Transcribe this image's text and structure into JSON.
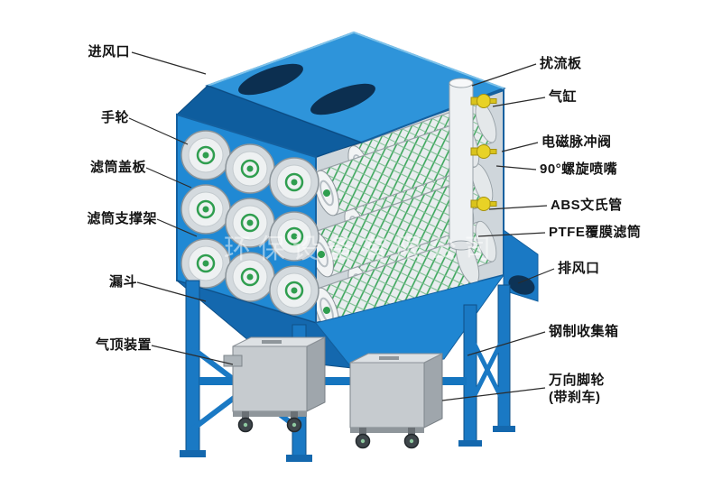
{
  "watermark": "环保设备有限公司",
  "labels": {
    "left": [
      {
        "text": "进风口"
      },
      {
        "text": "手轮"
      },
      {
        "text": "滤筒盖板"
      },
      {
        "text": "滤筒支撑架"
      },
      {
        "text": "漏斗"
      },
      {
        "text": "气顶装置"
      }
    ],
    "right": [
      {
        "text": "扰流板"
      },
      {
        "text": "气缸"
      },
      {
        "text": "电磁脉冲阀"
      },
      {
        "text": "90°螺旋喷嘴"
      },
      {
        "text": "ABS文氏管"
      },
      {
        "text": "PTFE覆膜滤筒"
      },
      {
        "text": "排风口"
      },
      {
        "text": "钢制收集箱"
      },
      {
        "text": "万向脚轮",
        "text2": "(带刹车)"
      }
    ]
  },
  "colors": {
    "body_blue": "#2089d4",
    "dark_blue": "#14609f",
    "roof_band_blue": "#0e5d9e",
    "interior_gray": "#cfd6db",
    "cartridge_green": "#2f9e4f",
    "valve_yellow": "#e8d226",
    "bin_gray": "#c6cbcf",
    "leader_line": "#2b2b2b"
  }
}
